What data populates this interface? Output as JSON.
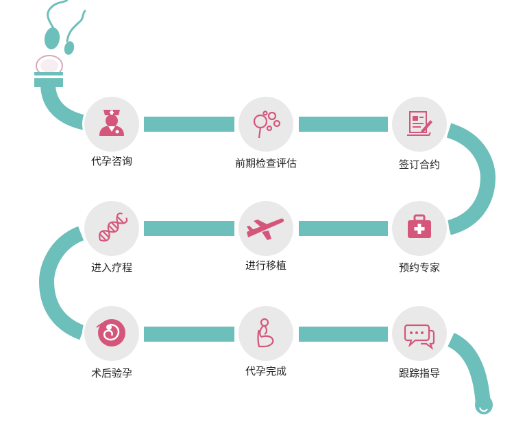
{
  "colors": {
    "track": "#6cbfba",
    "circle": "#e9e9e9",
    "icon": "#d4567a",
    "label": "#222222",
    "sperm": "#6cbfba",
    "egg": "#d8a7b7"
  },
  "steps": [
    {
      "label": "代孕咨询",
      "icon": "doctor-icon"
    },
    {
      "label": "前期检查评估",
      "icon": "bubbles-icon"
    },
    {
      "label": "签订合约",
      "icon": "contract-icon"
    },
    {
      "label": "预约专家",
      "icon": "medkit-icon"
    },
    {
      "label": "进行移植",
      "icon": "airplane-icon"
    },
    {
      "label": "进入疗程",
      "icon": "dna-icon"
    },
    {
      "label": "术后验孕",
      "icon": "fetus-icon"
    },
    {
      "label": "代孕完成",
      "icon": "pregnant-icon"
    },
    {
      "label": "跟踪指导",
      "icon": "chat-icon"
    }
  ]
}
